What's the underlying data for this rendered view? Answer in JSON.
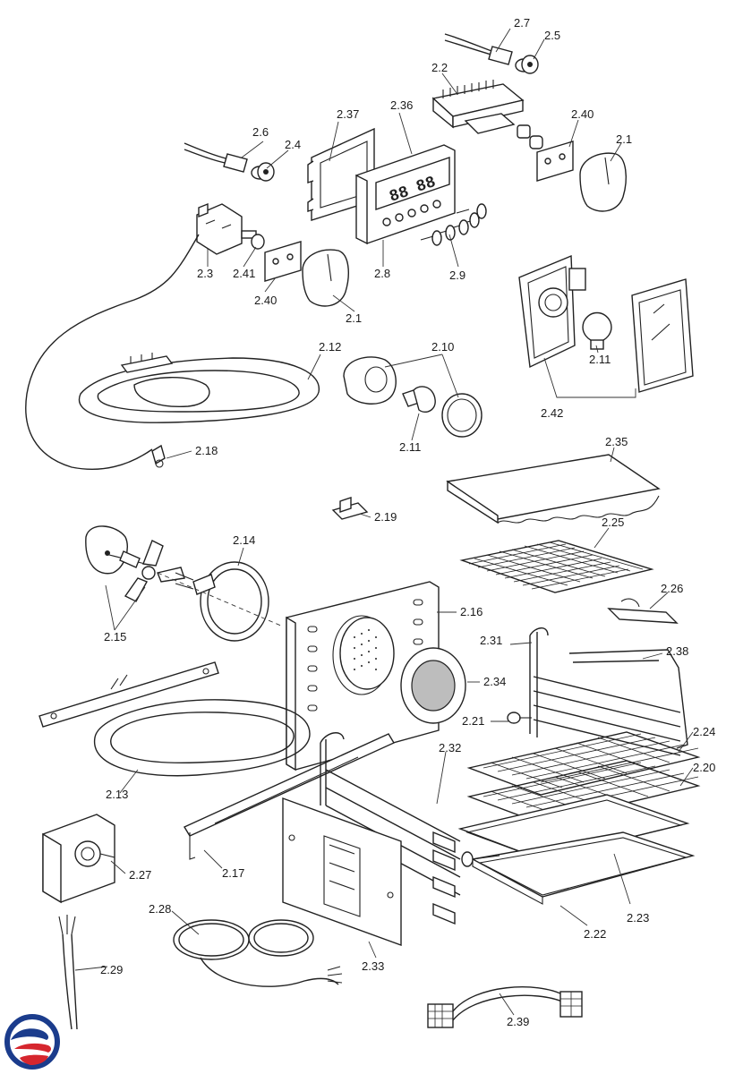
{
  "labels": [
    {
      "id": "2.7",
      "text": "2.7"
    },
    {
      "id": "2.5",
      "text": "2.5"
    },
    {
      "id": "2.2",
      "text": "2.2"
    },
    {
      "id": "2.37",
      "text": "2.37"
    },
    {
      "id": "2.36",
      "text": "2.36"
    },
    {
      "id": "2.40a",
      "text": "2.40"
    },
    {
      "id": "2.1a",
      "text": "2.1"
    },
    {
      "id": "2.6",
      "text": "2.6"
    },
    {
      "id": "2.4",
      "text": "2.4"
    },
    {
      "id": "2.8",
      "text": "2.8"
    },
    {
      "id": "2.9",
      "text": "2.9"
    },
    {
      "id": "2.3",
      "text": "2.3"
    },
    {
      "id": "2.41",
      "text": "2.41"
    },
    {
      "id": "2.40b",
      "text": "2.40"
    },
    {
      "id": "2.1b",
      "text": "2.1"
    },
    {
      "id": "2.11a",
      "text": "2.11"
    },
    {
      "id": "2.42",
      "text": "2.42"
    },
    {
      "id": "2.12",
      "text": "2.12"
    },
    {
      "id": "2.10",
      "text": "2.10"
    },
    {
      "id": "2.11b",
      "text": "2.11"
    },
    {
      "id": "2.18",
      "text": "2.18"
    },
    {
      "id": "2.35",
      "text": "2.35"
    },
    {
      "id": "2.19",
      "text": "2.19"
    },
    {
      "id": "2.14",
      "text": "2.14"
    },
    {
      "id": "2.25",
      "text": "2.25"
    },
    {
      "id": "2.26",
      "text": "2.26"
    },
    {
      "id": "2.16",
      "text": "2.16"
    },
    {
      "id": "2.15",
      "text": "2.15"
    },
    {
      "id": "2.31",
      "text": "2.31"
    },
    {
      "id": "2.38",
      "text": "2.38"
    },
    {
      "id": "2.34",
      "text": "2.34"
    },
    {
      "id": "2.21",
      "text": "2.21"
    },
    {
      "id": "2.24",
      "text": "2.24"
    },
    {
      "id": "2.32",
      "text": "2.32"
    },
    {
      "id": "2.20",
      "text": "2.20"
    },
    {
      "id": "2.13",
      "text": "2.13"
    },
    {
      "id": "2.27",
      "text": "2.27"
    },
    {
      "id": "2.17",
      "text": "2.17"
    },
    {
      "id": "2.23",
      "text": "2.23"
    },
    {
      "id": "2.28",
      "text": "2.28"
    },
    {
      "id": "2.22",
      "text": "2.22"
    },
    {
      "id": "2.29",
      "text": "2.29"
    },
    {
      "id": "2.33",
      "text": "2.33"
    },
    {
      "id": "2.39",
      "text": "2.39"
    }
  ],
  "display": {
    "left_digits": "88",
    "right_digits": "88"
  },
  "colors": {
    "line": "#222222",
    "logo_blue": "#1b3c8c",
    "logo_red": "#d6262e",
    "shade": "#bdbdbd"
  }
}
